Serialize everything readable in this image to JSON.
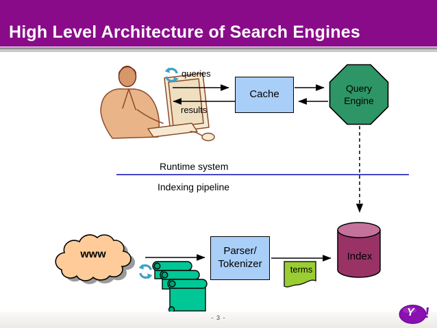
{
  "slide": {
    "title": "High Level Architecture of Search Engines",
    "page_number": "- 3 -"
  },
  "sections": {
    "runtime_label": "Runtime system",
    "indexing_label": "Indexing pipeline"
  },
  "runtime_flow": {
    "queries_label": "queries",
    "results_label": "results",
    "cache_label": "Cache",
    "query_engine_label": "Query\nEngine"
  },
  "indexing_flow": {
    "www_label": "www",
    "parser_label": "Parser/\nTokenizer",
    "terms_label": "terms",
    "index_label": "Index"
  },
  "logo": {
    "y": "Y",
    "bang": "!"
  },
  "icons": {
    "sync_queries": "sync-icon",
    "sync_crawl": "sync-icon"
  },
  "colors": {
    "header_purple": "#8a0b8a",
    "box_blue": "#a9cef7",
    "octagon_green": "#2e9666",
    "cloud_orange": "#ffcc99",
    "scroll_green": "#00c795",
    "terms_green": "#9acd32",
    "cylinder_body": "#993366",
    "cylinder_top": "#c4719c",
    "divider_blue": "#4646c8",
    "refresh_teal": "#3f9fc4",
    "logo_purple": "#8a10b0"
  }
}
